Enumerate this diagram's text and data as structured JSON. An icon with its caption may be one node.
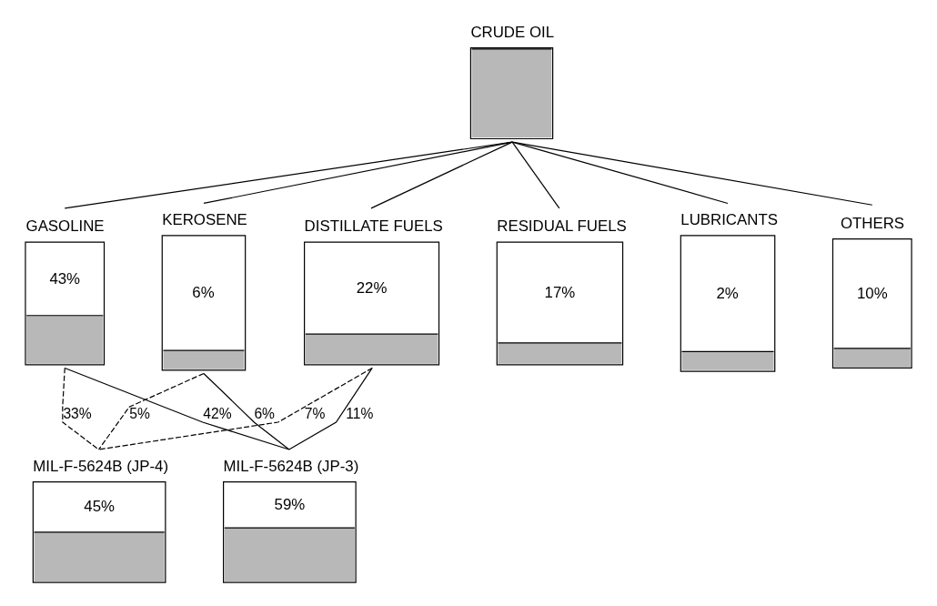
{
  "diagram": {
    "nodes": [
      {
        "text": [
          "CRUDE OIL"
        ]
      },
      {
        "text": [
          "GASOLINE",
          "43%"
        ]
      },
      {
        "text": [
          "KEROSENE",
          "6%"
        ]
      },
      {
        "text": [
          "DISTILLATE FUELS",
          "22%"
        ]
      },
      {
        "text": [
          "RESIDUAL FUELS",
          "17%"
        ]
      },
      {
        "text": [
          "LUBRICANTS",
          "2%"
        ]
      },
      {
        "text": [
          "OTHERS",
          "10%"
        ]
      },
      {
        "text": [
          "MIL-F-5624B (JP-3)",
          "59%"
        ]
      },
      {
        "text": [
          "MIL-F-5624B (JP-4)",
          "45%"
        ]
      }
    ],
    "edges": [
      {
        "from": 0,
        "to": 1,
        "arrow": "none"
      },
      {
        "from": 0,
        "to": 2,
        "arrow": "none"
      },
      {
        "from": 0,
        "to": 3,
        "arrow": "none"
      },
      {
        "from": 0,
        "to": 4,
        "arrow": "none"
      },
      {
        "from": 0,
        "to": 5,
        "arrow": "none"
      },
      {
        "from": 0,
        "to": 6,
        "arrow": "none"
      },
      {
        "from": 1,
        "to": 8,
        "arrow": "none",
        "label": "33%",
        "style": "dashed"
      },
      {
        "from": 1,
        "to": 7,
        "arrow": "none",
        "label": "42%"
      },
      {
        "from": 2,
        "to": 8,
        "arrow": "none",
        "label": "5%",
        "style": "dashed"
      },
      {
        "from": 2,
        "to": 7,
        "arrow": "none",
        "label": "6%"
      },
      {
        "from": 3,
        "to": 8,
        "arrow": "none",
        "label": "7%",
        "style": "dashed"
      },
      {
        "from": 3,
        "to": 7,
        "arrow": "none",
        "label": "11%"
      }
    ]
  }
}
